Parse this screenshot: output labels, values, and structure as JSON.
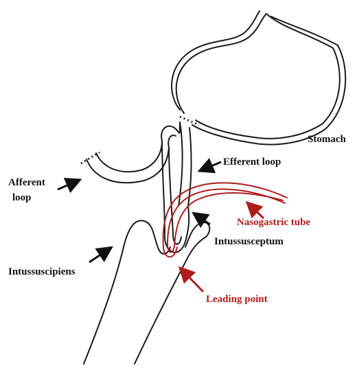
{
  "labels": {
    "stomach": "Stomach",
    "efferent_loop": "Efferent loop",
    "afferent_loop_line1": "Afferent",
    "afferent_loop_line2": "loop",
    "nasogastric_tube": "Nasogastric tube",
    "intussusceptum": "Intussusceptum",
    "intussuscipiens": "Intussuscipiens",
    "leading_point": "Leading point"
  },
  "colors": {
    "outline": "#1a1a1a",
    "label_black": "#111111",
    "label_red": "#b01c1c"
  }
}
